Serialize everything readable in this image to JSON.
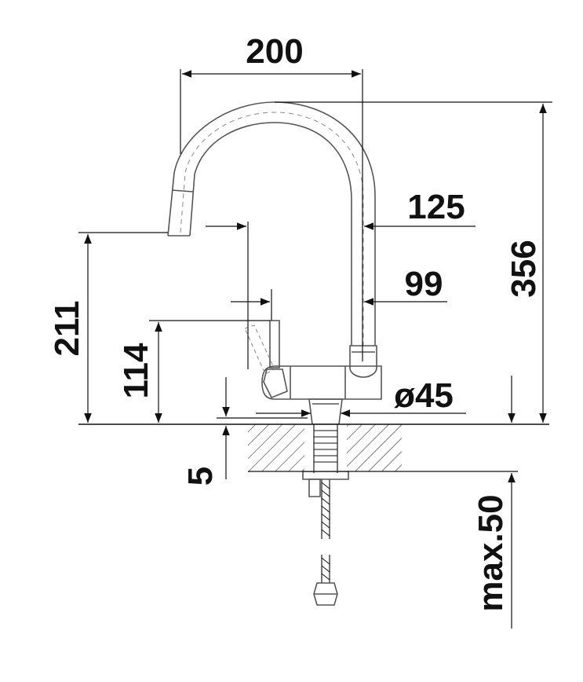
{
  "colors": {
    "ink": "#111111",
    "outline": "#555555",
    "background": "#ffffff"
  },
  "dimensions": {
    "width_top": "200",
    "spout_reach": "125",
    "lever_reach": "99",
    "total_height": "356",
    "spout_height": "211",
    "lever_height": "114",
    "base_diameter": "ø45",
    "base_thickness": "5",
    "max_counter": "max.50"
  }
}
